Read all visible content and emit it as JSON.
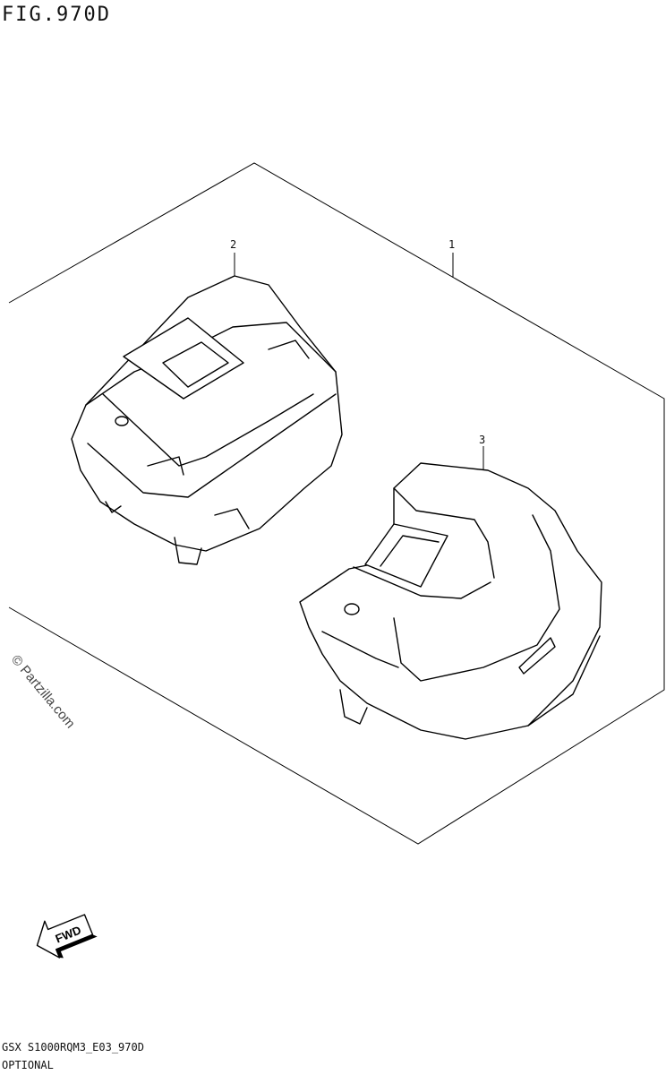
{
  "header": {
    "figure_title": "FIG.970D"
  },
  "callouts": [
    {
      "id": "1",
      "label": "1"
    },
    {
      "id": "2",
      "label": "2"
    },
    {
      "id": "3",
      "label": "3"
    }
  ],
  "watermark": {
    "text": "© Partzilla.com"
  },
  "fwd_arrow": {
    "label": "FWD"
  },
  "footer": {
    "model_code": "GSX S1000RQM3_E03_970D",
    "category": "OPTIONAL"
  }
}
